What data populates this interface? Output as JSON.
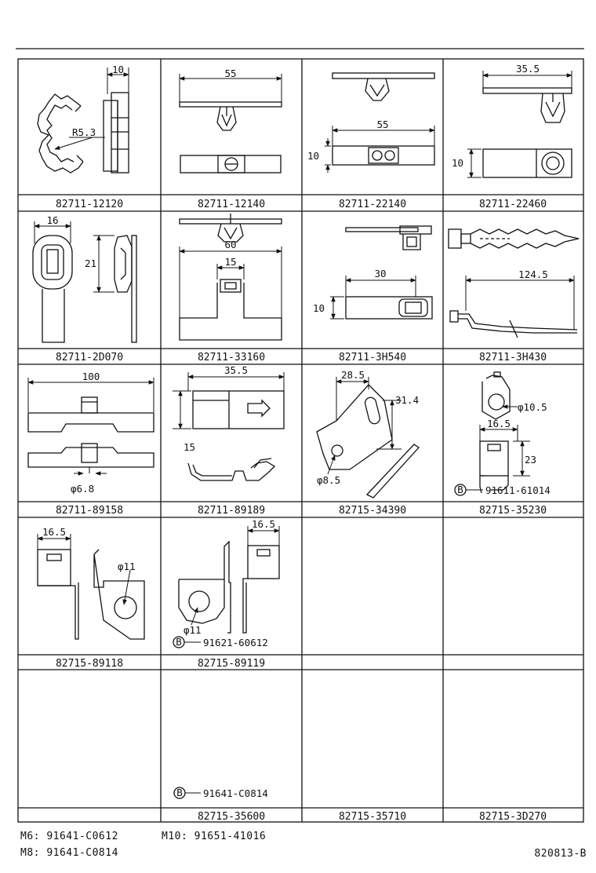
{
  "cells": [
    {
      "part": "82711-12120",
      "dims": [
        "10",
        "R5.3"
      ]
    },
    {
      "part": "82711-12140",
      "dims": [
        "55"
      ]
    },
    {
      "part": "82711-22140",
      "dims": [
        "55",
        "10"
      ]
    },
    {
      "part": "82711-22460",
      "dims": [
        "35.5",
        "10"
      ]
    },
    {
      "part": "82711-2D070",
      "dims": [
        "16",
        "21"
      ]
    },
    {
      "part": "82711-33160",
      "dims": [
        "60",
        "15"
      ]
    },
    {
      "part": "82711-3H540",
      "dims": [
        "30",
        "10"
      ]
    },
    {
      "part": "82711-3H430",
      "dims": [
        "124.5"
      ]
    },
    {
      "part": "82711-89158",
      "dims": [
        "100",
        "φ6.8"
      ]
    },
    {
      "part": "82711-89189",
      "dims": [
        "35.5",
        "15"
      ]
    },
    {
      "part": "82715-34390",
      "dims": [
        "28.5",
        "31.4",
        "φ8.5"
      ]
    },
    {
      "part": "82715-35230",
      "dims": [
        "φ10.5",
        "16.5",
        "23"
      ],
      "bolt": {
        "marker": "B",
        "part": "91611-61014"
      }
    },
    {
      "part": "82715-89118",
      "dims": [
        "16.5",
        "φ11"
      ]
    },
    {
      "part": "82715-89119",
      "dims": [
        "16.5",
        "φ11"
      ],
      "bolt": {
        "marker": "B",
        "part": "91621-60612"
      }
    },
    {
      "part": "",
      "dims": []
    },
    {
      "part": "",
      "dims": []
    },
    {
      "part": "",
      "dims": []
    },
    {
      "part": "82715-35600",
      "dims": [],
      "bolt": {
        "marker": "B",
        "part": "91641-C0814"
      }
    },
    {
      "part": "82715-35710",
      "dims": []
    },
    {
      "part": "82715-3D270",
      "dims": []
    }
  ],
  "footer": {
    "m6_label": "M6",
    "m6_part": "91641-C0612",
    "m8_label": "M8",
    "m8_part": "91641-C0814",
    "m10_label": "M10",
    "m10_part": "91651-41016",
    "diagram_code": "820813-B"
  }
}
